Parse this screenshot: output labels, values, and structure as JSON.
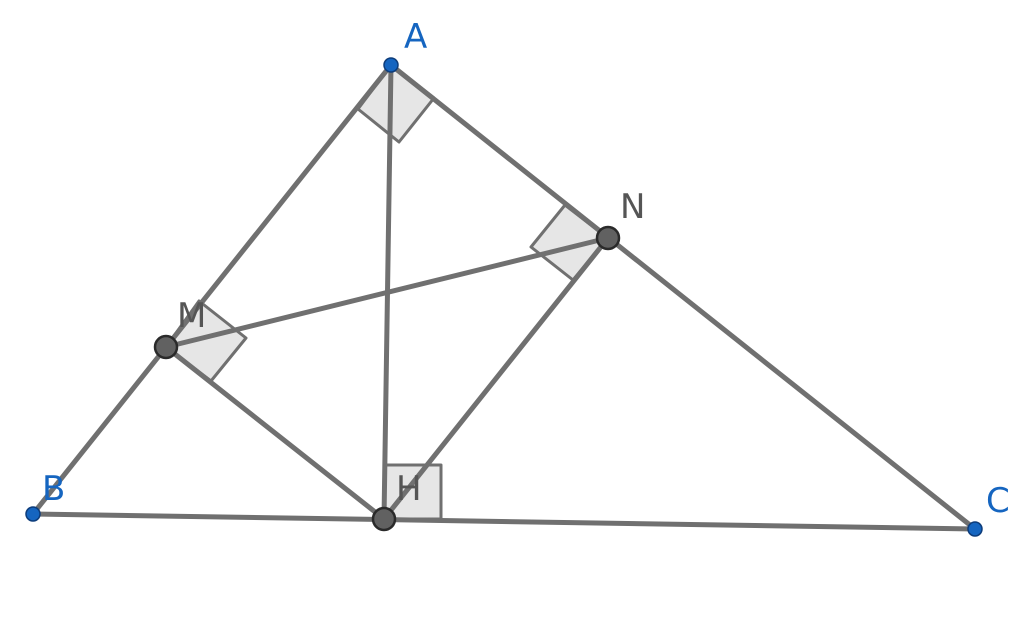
{
  "labels": {
    "A": "A",
    "B": "B",
    "C": "C",
    "H": "H",
    "M": "M",
    "N": "N"
  },
  "colors": {
    "line": "#707070",
    "free_point_fill": "#1565C0",
    "free_point_label": "#1565C0",
    "derived_point_fill": "#616161",
    "derived_point_label": "#555555",
    "angle_fill": "#e6e6e6",
    "background": "#ffffff"
  }
}
